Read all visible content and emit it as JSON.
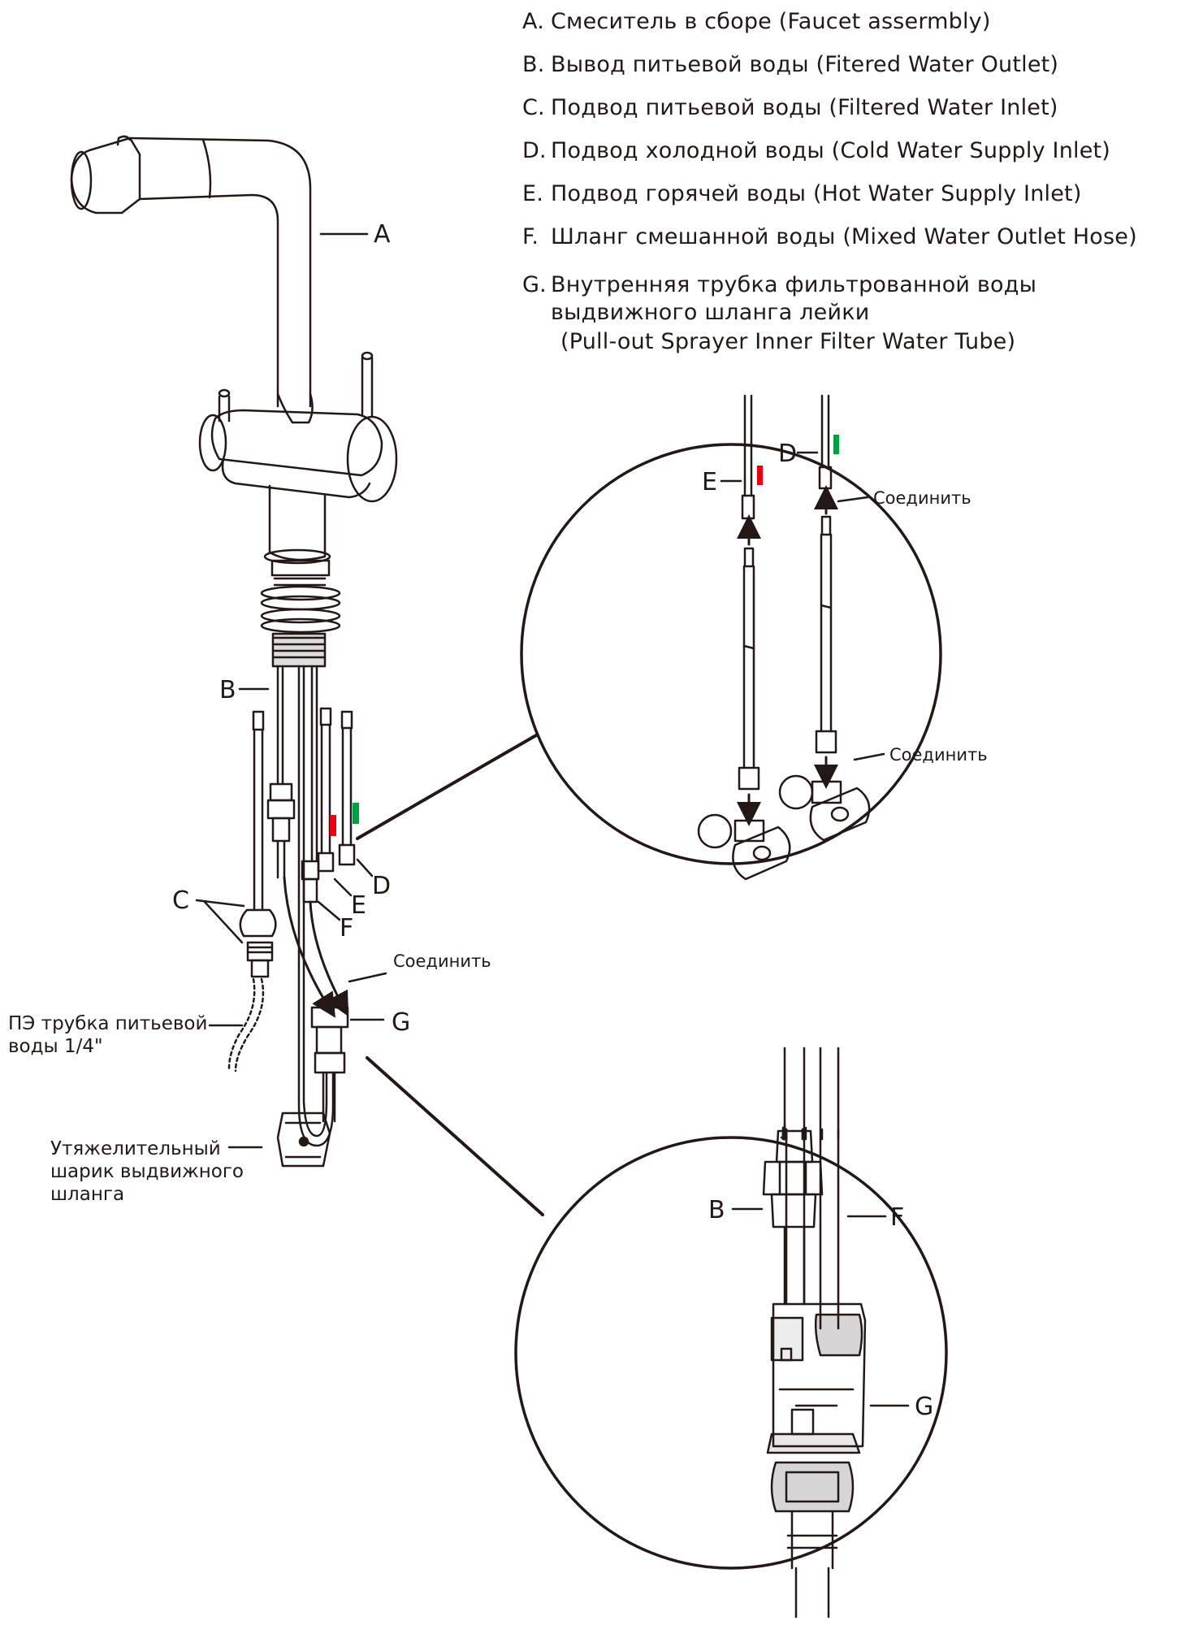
{
  "legend": {
    "items": [
      {
        "key": "A.",
        "text": "Смеситель в сборе  (Faucet assermbly)"
      },
      {
        "key": "B.",
        "text": "Вывод питьевой воды  (Fitered Water Outlet)"
      },
      {
        "key": "C.",
        "text": "Подвод питьевой воды  (Filtered Water Inlet)"
      },
      {
        "key": "D.",
        "text": "Подвод холодной воды  (Cold Water Supply Inlet)"
      },
      {
        "key": "E.",
        "text": "Подвод горячей воды  (Hot Water Supply Inlet)"
      },
      {
        "key": "F.",
        "text": "Шланг смешанной воды  (Mixed Water Outlet Hose)"
      }
    ],
    "item_g": {
      "key": "G.",
      "line1": "Внутренняя трубка фильтрованной воды",
      "line2": "выдвижного шланга лейки",
      "line3": "(Pull-out Sprayer Inner Filter Water Tube)"
    }
  },
  "labels": {
    "a": "A",
    "b": "B",
    "c": "C",
    "d": "D",
    "e": "E",
    "f": "F",
    "g": "G",
    "connect": "Соединить",
    "pe_tube_line1": "ПЭ трубка питьевой",
    "pe_tube_line2": "воды 1/4\"",
    "weight_line1": "Утяжелительный",
    "weight_line2": "шарик выдвижного",
    "weight_line3": "шланга"
  },
  "colors": {
    "line": "#231815",
    "hot": "#e60012",
    "cold": "#00a040",
    "background": "#ffffff"
  }
}
